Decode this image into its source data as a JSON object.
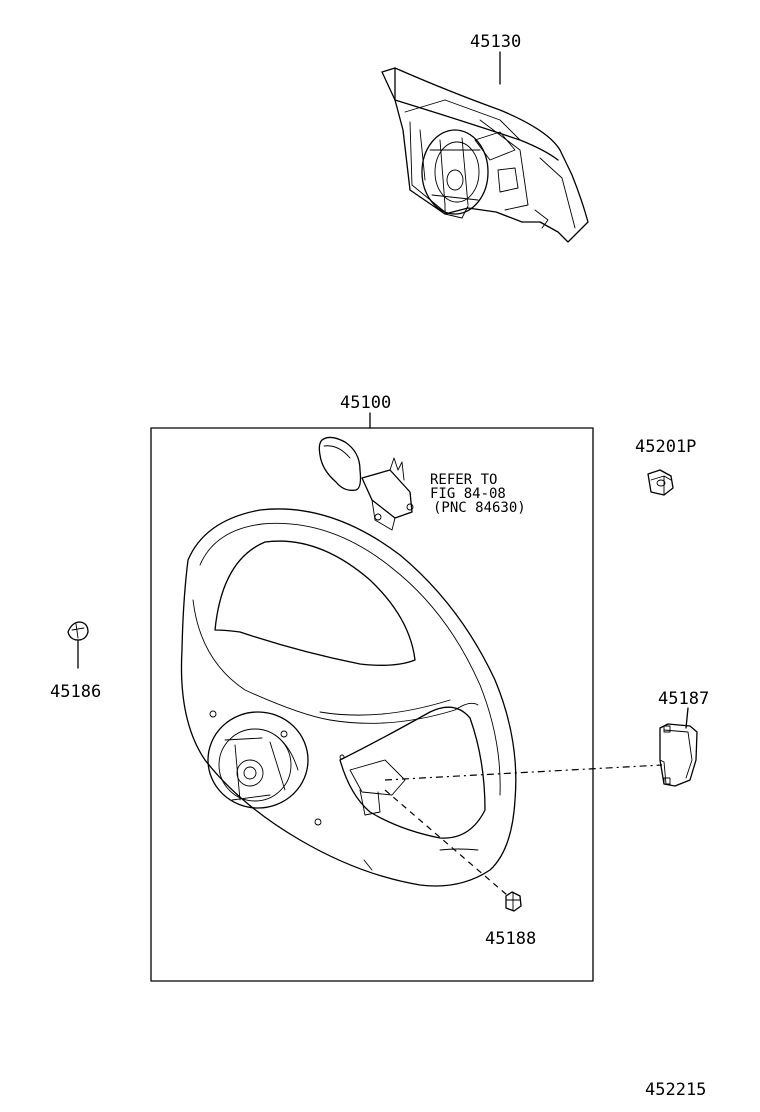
{
  "parts": {
    "airbag_cover": "45130",
    "steering_wheel_assy": "45100",
    "nut": "45201P",
    "left_cap": "45186",
    "right_cover": "45187",
    "screw": "45188"
  },
  "note": {
    "line1": "REFER TO",
    "line2": "FIG 84-08",
    "line3": "(PNC 84630)"
  },
  "figure_id": "452215"
}
